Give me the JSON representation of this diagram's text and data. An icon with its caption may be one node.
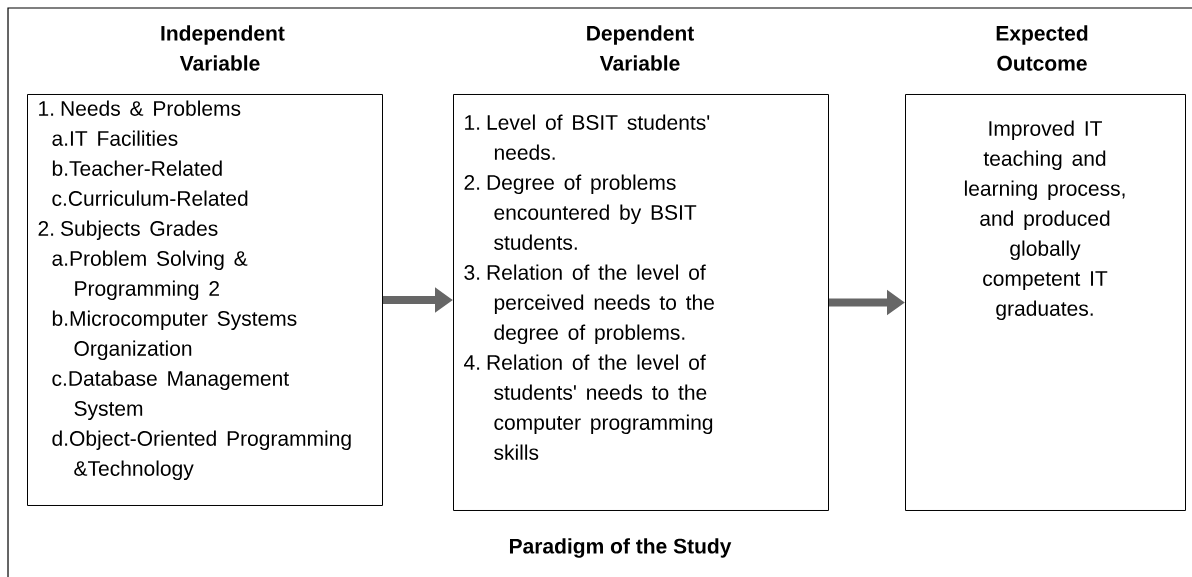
{
  "diagram": {
    "caption": "Paradigm of the Study",
    "nodes": [
      {
        "text": [
          "Independent Variable",
          "1. Needs & Problems",
          "a.IT Facilities",
          "b.Teacher-Related",
          "c.Curriculum-Related",
          "2. Subjects Grades",
          "a.Problem Solving & Programming 2",
          "b.Microcomputer Systems Organization",
          "c.Database Management System",
          "d.Object-Oriented Programming &Technology"
        ]
      },
      {
        "text": [
          "Dependent Variable",
          "1. Level of BSIT students' needs.",
          "2. Degree of problems encountered by BSIT students.",
          "3. Relation of the level of perceived needs to the degree of problems.",
          "4. Relation of the level of students' needs to the computer programming skills"
        ]
      },
      {
        "text": [
          "Expected Outcome",
          "Improved IT teaching and learning process, and produced globally competent IT graduates."
        ]
      }
    ],
    "edges": [
      {
        "from": 0,
        "to": 1,
        "arrow": "to"
      },
      {
        "from": 1,
        "to": 2,
        "arrow": "to"
      }
    ]
  }
}
